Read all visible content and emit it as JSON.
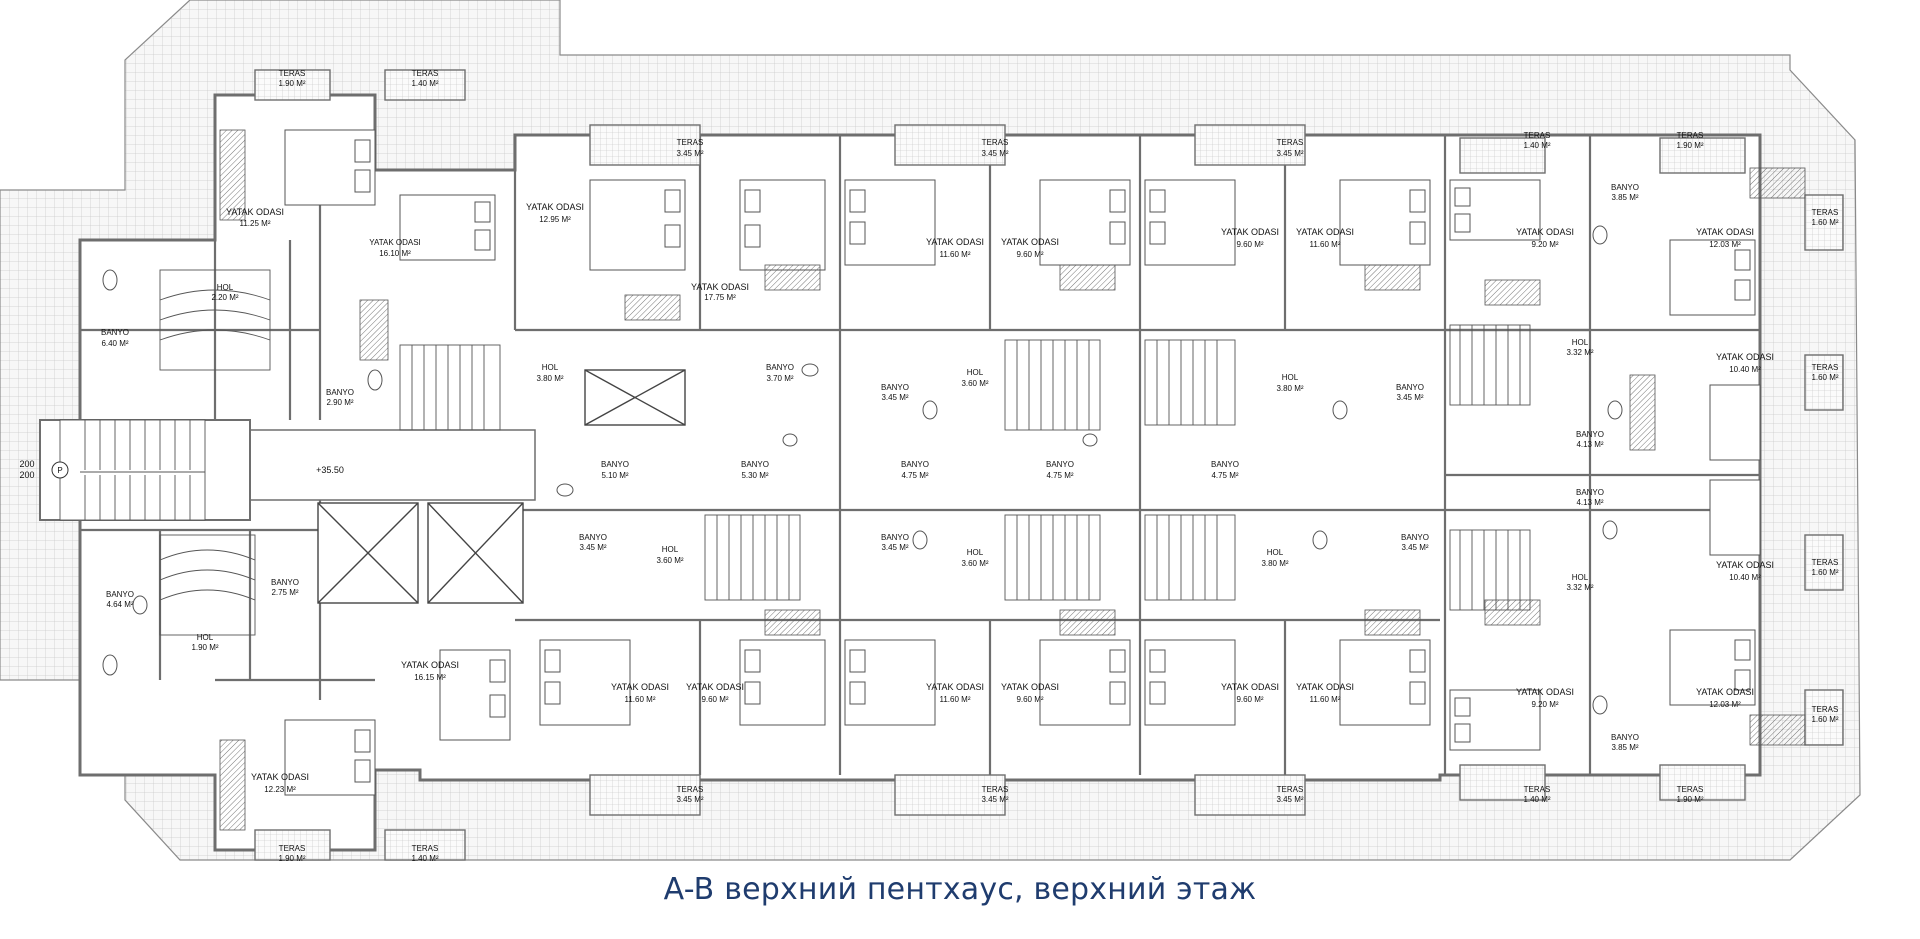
{
  "caption": "A-B верхний пентхаус, верхний этаж",
  "elevation": "+35.50",
  "stair_marker": "P",
  "dims_left": [
    "200",
    "200"
  ],
  "rooms": [
    {
      "name": "TERAS",
      "area": "1.90 M²"
    },
    {
      "name": "TERAS",
      "area": "1.40 M²"
    },
    {
      "name": "YATAK ODASI",
      "area": "11.25 M²"
    },
    {
      "name": "YATAK ODASI",
      "area": "16.10 M²"
    },
    {
      "name": "HOL",
      "area": "2.20 M²"
    },
    {
      "name": "BANYO",
      "area": "6.40 M²"
    },
    {
      "name": "BANYO",
      "area": "2.90 M²"
    },
    {
      "name": "YATAK ODASI",
      "area": "12.95 M²"
    },
    {
      "name": "YATAK ODASI",
      "area": "17.75 M²"
    },
    {
      "name": "HOL",
      "area": "3.80 M²"
    },
    {
      "name": "BANYO",
      "area": "3.70 M²"
    },
    {
      "name": "BANYO",
      "area": "5.10 M²"
    },
    {
      "name": "BANYO",
      "area": "5.30 M²"
    },
    {
      "name": "TERAS",
      "area": "3.45 M²"
    },
    {
      "name": "YATAK ODASI",
      "area": "11.60 M²"
    },
    {
      "name": "YATAK ODASI",
      "area": "9.60 M²"
    },
    {
      "name": "HOL",
      "area": "3.60 M²"
    },
    {
      "name": "BANYO",
      "area": "3.45 M²"
    },
    {
      "name": "BANYO",
      "area": "4.75 M²"
    },
    {
      "name": "BANYO",
      "area": "4.75 M²"
    },
    {
      "name": "TERAS",
      "area": "3.45 M²"
    },
    {
      "name": "YATAK ODASI",
      "area": "9.60 M²"
    },
    {
      "name": "YATAK ODASI",
      "area": "11.60 M²"
    },
    {
      "name": "HOL",
      "area": "3.80 M²"
    },
    {
      "name": "BANYO",
      "area": "3.45 M²"
    },
    {
      "name": "BANYO",
      "area": "4.75 M²"
    },
    {
      "name": "TERAS",
      "area": "3.45 M²"
    },
    {
      "name": "TERAS",
      "area": "1.40 M²"
    },
    {
      "name": "TERAS",
      "area": "1.90 M²"
    },
    {
      "name": "YATAK ODASI",
      "area": "9.20 M²"
    },
    {
      "name": "BANYO",
      "area": "3.85 M²"
    },
    {
      "name": "YATAK ODASI",
      "area": "12.03 M²"
    },
    {
      "name": "TERAS",
      "area": "1.60 M²"
    },
    {
      "name": "HOL",
      "area": "3.32 M²"
    },
    {
      "name": "YATAK ODASI",
      "area": "10.40 M²"
    },
    {
      "name": "TERAS",
      "area": "1.60 M²"
    },
    {
      "name": "BANYO",
      "area": "4.13 M²"
    },
    {
      "name": "BANYO",
      "area": "4.13 M²"
    },
    {
      "name": "YATAK ODASI",
      "area": "10.40 M²"
    },
    {
      "name": "TERAS",
      "area": "1.60 M²"
    },
    {
      "name": "HOL",
      "area": "3.32 M²"
    },
    {
      "name": "YATAK ODASI",
      "area": "9.20 M²"
    },
    {
      "name": "YATAK ODASI",
      "area": "12.03 M²"
    },
    {
      "name": "BANYO",
      "area": "3.85 M²"
    },
    {
      "name": "TERAS",
      "area": "1.60 M²"
    },
    {
      "name": "TERAS",
      "area": "1.40 M²"
    },
    {
      "name": "TERAS",
      "area": "1.90 M²"
    },
    {
      "name": "BANYO",
      "area": "4.64 M²"
    },
    {
      "name": "BANYO",
      "area": "2.75 M²"
    },
    {
      "name": "HOL",
      "area": "1.90 M²"
    },
    {
      "name": "YATAK ODASI",
      "area": "16.15 M²"
    },
    {
      "name": "YATAK ODASI",
      "area": "12.23 M²"
    },
    {
      "name": "TERAS",
      "area": "1.90 M²"
    },
    {
      "name": "TERAS",
      "area": "1.40 M²"
    },
    {
      "name": "BANYO",
      "area": "3.45 M²"
    },
    {
      "name": "HOL",
      "area": "3.60 M²"
    },
    {
      "name": "YATAK ODASI",
      "area": "11.60 M²"
    },
    {
      "name": "YATAK ODASI",
      "area": "9.60 M²"
    },
    {
      "name": "BANYO",
      "area": "3.45 M²"
    },
    {
      "name": "HOL",
      "area": "3.60 M²"
    },
    {
      "name": "YATAK ODASI",
      "area": "11.60 M²"
    },
    {
      "name": "YATAK ODASI",
      "area": "9.60 M²"
    },
    {
      "name": "HOL",
      "area": "3.80 M²"
    },
    {
      "name": "BANYO",
      "area": "3.45 M²"
    },
    {
      "name": "YATAK ODASI",
      "area": "9.60 M²"
    },
    {
      "name": "YATAK ODASI",
      "area": "11.60 M²"
    },
    {
      "name": "TERAS",
      "area": "3.45 M²"
    },
    {
      "name": "TERAS",
      "area": "3.45 M²"
    },
    {
      "name": "TERAS",
      "area": "3.45 M²"
    }
  ],
  "colors": {
    "line": "#6e6e6e",
    "tile": "#cfcfcf",
    "caption": "#1f3c6e"
  }
}
